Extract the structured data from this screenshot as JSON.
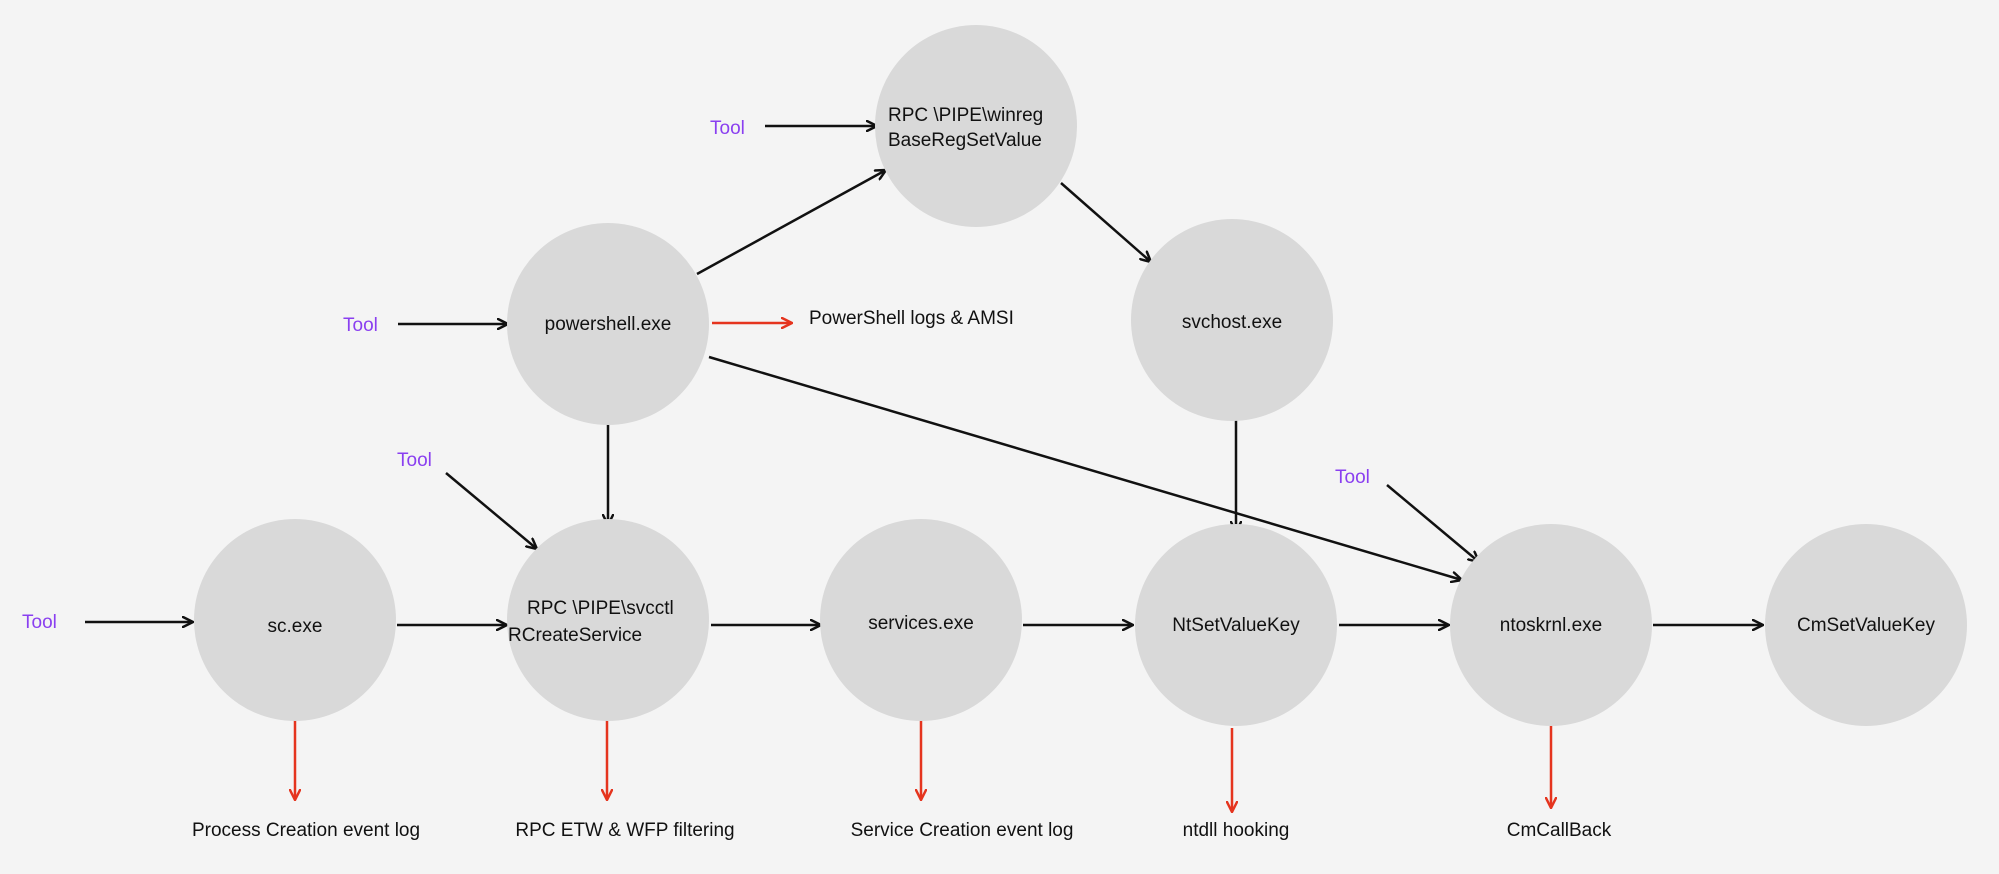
{
  "colors": {
    "background": "#f4f4f4",
    "node_fill": "#d9d9d9",
    "tool_text": "#8a3ff0",
    "flow_arrow": "#111111",
    "detection_arrow": "#e5341e"
  },
  "nodes": {
    "rpc_winreg": {
      "line1": "RPC \\PIPE\\winreg",
      "line2": "BaseRegSetValue"
    },
    "powershell": {
      "label": "powershell.exe"
    },
    "svchost": {
      "label": "svchost.exe"
    },
    "sc": {
      "label": "sc.exe"
    },
    "rpc_svcctl": {
      "line1": "RPC \\PIPE\\svcctl",
      "line2": "RCreateService"
    },
    "services": {
      "label": "services.exe"
    },
    "ntsetvaluekey": {
      "label": "NtSetValueKey"
    },
    "ntoskrnl": {
      "label": "ntoskrnl.exe"
    },
    "cmsetvaluekey": {
      "label": "CmSetValueKey"
    }
  },
  "tools": {
    "winreg": "Tool",
    "powershell": "Tool",
    "svcctl": "Tool",
    "sc": "Tool",
    "ntoskrnl": "Tool"
  },
  "detections": {
    "powershell": "PowerShell logs & AMSI",
    "sc": "Process Creation event log",
    "svcctl": "RPC ETW & WFP filtering",
    "services": "Service Creation event log",
    "ntsetvaluekey": "ntdll hooking",
    "ntoskrnl": "CmCallBack"
  }
}
